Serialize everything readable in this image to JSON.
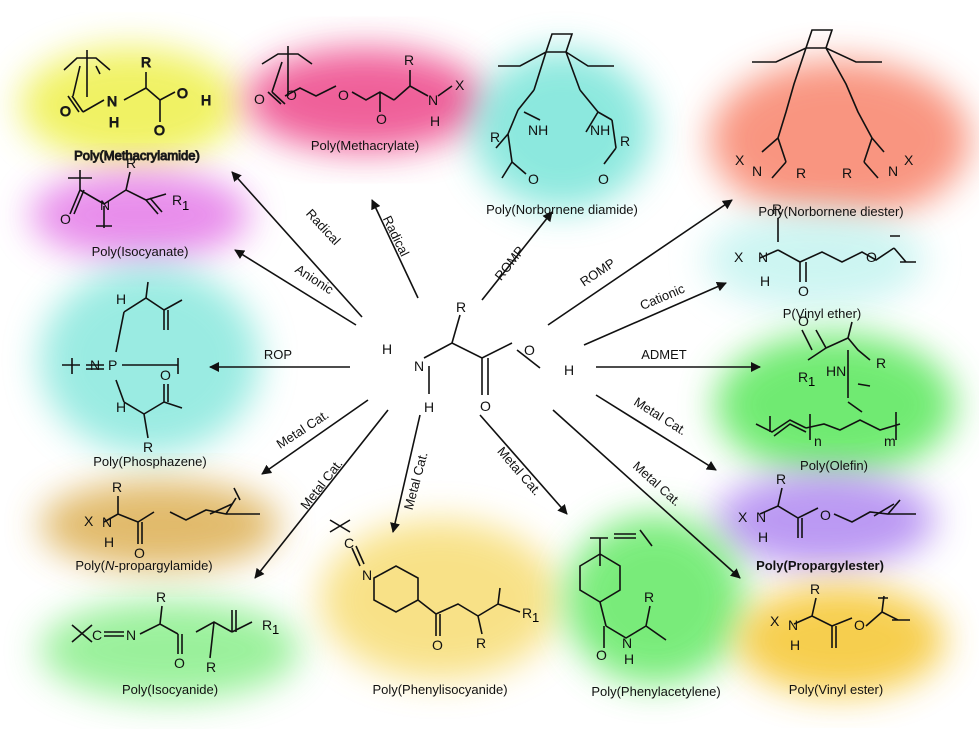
{
  "center": {
    "atoms": {
      "R": "R",
      "H1": "H",
      "N": "N",
      "H2": "H",
      "O1": "O",
      "H3": "H",
      "O2": "O"
    }
  },
  "polymers": {
    "methacrylamide": "Poly(Methacrylamide)",
    "methacrylate": "Poly(Methacrylate)",
    "norbornene_diamide": "Poly(Norbornene diamide)",
    "norbornene_diester": "Poly(Norbornene diester)",
    "isocyanate": "Poly(Isocyanate)",
    "vinyl_ether": "P(Vinyl ether)",
    "phosphazene": "Poly(Phosphazene)",
    "olefin": "Poly(Olefin)",
    "n_propargylamide_prefix": "Poly(",
    "n_propargylamide_italic": "N",
    "n_propargylamide_suffix": "-propargylamide)",
    "propargylester": "Poly(Propargylester)",
    "isocyanide": "Poly(Isocyanide)",
    "phenylisocyanide": "Poly(Phenylisocyanide)",
    "phenylacetylene": "Poly(Phenylacetylene)",
    "vinyl_ester": "Poly(Vinyl ester)"
  },
  "routes": {
    "radical_1": "Radical",
    "radical_2": "Radical",
    "anionic": "Anionic",
    "romp_1": "ROMP",
    "romp_2": "ROMP",
    "cationic": "Cationic",
    "rop": "ROP",
    "admet": "ADMET",
    "metal_cat_1": "Metal Cat.",
    "metal_cat_2": "Metal Cat.",
    "metal_cat_3": "Metal Cat.",
    "metal_cat_4": "Metal Cat.",
    "metal_cat_5": "Metal Cat.",
    "metal_cat_6": "Metal Cat."
  },
  "structure_atoms": {
    "methacrylamide": {
      "N": "N",
      "H": "H",
      "R": "R",
      "O1": "O",
      "O2": "O",
      "OH": "O",
      "H2": "H"
    },
    "methacrylate": {
      "O1": "O",
      "O2": "O",
      "O3": "O",
      "O4": "O",
      "R": "R",
      "N": "N",
      "H": "H",
      "X": "X"
    },
    "norbornene_diamide": {
      "R1": "R",
      "R2": "R",
      "NH1": "NH",
      "NH2": "NH",
      "O1": "O",
      "O2": "O"
    },
    "norbornene_diester": {
      "X1": "X",
      "X2": "X",
      "R1": "R",
      "R2": "R",
      "NH1": "N",
      "NH2": "N"
    },
    "isocyanate": {
      "O": "O",
      "N": "N",
      "R": "R",
      "R1": "R",
      "sub1": "1"
    },
    "vinyl_ether": {
      "X": "X",
      "N": "N",
      "H": "H",
      "R": "R",
      "O1": "O",
      "O2": "O"
    },
    "phosphazene": {
      "N": "N",
      "P": "P",
      "H1": "H",
      "H2": "H",
      "O": "O",
      "R": "R"
    },
    "olefin": {
      "O": "O",
      "R1": "R",
      "sub1": "1",
      "HN": "HN",
      "R": "R",
      "n": "n",
      "m": "m"
    },
    "propargylamide": {
      "X": "X",
      "N": "N",
      "H": "H",
      "R": "R",
      "O": "O"
    },
    "propargylester": {
      "X": "X",
      "N": "N",
      "H": "H",
      "R": "R",
      "O": "O"
    },
    "isocyanide": {
      "C": "C",
      "N": "N",
      "R1": "R",
      "R2": "R",
      "R3": "R",
      "sub1": "1",
      "O": "O"
    },
    "phenylisocyanide": {
      "C": "C",
      "N": "N",
      "R": "R",
      "R1": "R",
      "sub1": "1",
      "O": "O"
    },
    "phenylacetylene": {
      "O": "O",
      "N": "N",
      "H": "H",
      "R": "R"
    },
    "vinyl_ester": {
      "X": "X",
      "N": "N",
      "H": "H",
      "R": "R",
      "O": "O"
    }
  },
  "colors": {
    "yellow": "#eef04a",
    "pink": "#ee4f8f",
    "teal": "#6fe3d6",
    "salmon": "#f8836a",
    "magenta": "#e47ae8",
    "green": "#58e75a",
    "orange_brown": "#d8a43a",
    "purple": "#b48ef2",
    "gold": "#f6c93a",
    "cyan_soft": "#c8f4f1"
  }
}
